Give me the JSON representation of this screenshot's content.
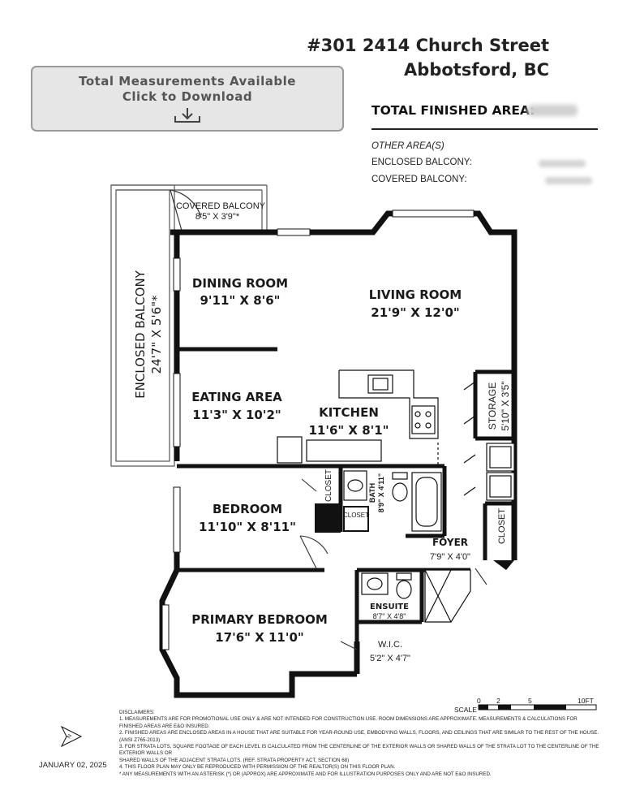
{
  "download": {
    "line1": "Total Measurements Available",
    "line2": "Click to Download"
  },
  "address": {
    "line1": "#301 2414 Church Street",
    "line2": "Abbotsford, BC"
  },
  "total_finished_area": {
    "label": "TOTAL FINISHED AREA:"
  },
  "other_areas": {
    "title": "OTHER AREA(S)",
    "enclosed_label": "ENCLOSED BALCONY:",
    "covered_label": "COVERED BALCONY:"
  },
  "rooms": {
    "covered_balcony": {
      "name": "COVERED BALCONY",
      "dims": "8'5\" X 3'9\"*"
    },
    "enclosed_balcony": {
      "name": "ENCLOSED BALCONY",
      "dims": "24'7\" X 5'6\"*"
    },
    "dining": {
      "name": "DINING ROOM",
      "dims": "9'11\" X 8'6\""
    },
    "living": {
      "name": "LIVING ROOM",
      "dims": "21'9\" X 12'0\""
    },
    "eating": {
      "name": "EATING AREA",
      "dims": "11'3\" X 10'2\""
    },
    "kitchen": {
      "name": "KITCHEN",
      "dims": "11'6\" X 8'1\""
    },
    "storage": {
      "name": "STORAGE",
      "dims": "5'10\" X 3'5\""
    },
    "bedroom": {
      "name": "BEDROOM",
      "dims": "11'10\" X 8'11\""
    },
    "bath": {
      "name": "BATH",
      "dims": "8'9\" X 4'11\""
    },
    "closet_bed": {
      "name": "CLOSET"
    },
    "closet_small": {
      "name": "CLOSET"
    },
    "closet_foyer": {
      "name": "CLOSET"
    },
    "foyer": {
      "name": "FOYER",
      "dims": "7'9\" X 4'0\""
    },
    "ensuite": {
      "name": "ENSUITE",
      "dims": "8'7\" X 4'8\""
    },
    "primary": {
      "name": "PRIMARY BEDROOM",
      "dims": "17'6\" X 11'0\""
    },
    "wic": {
      "name": "W.I.C.",
      "dims": "5'2\" X 4'7\""
    }
  },
  "scale": {
    "label": "SCALE",
    "t0": "0",
    "t2": "2",
    "t5": "5",
    "t10": "10FT"
  },
  "compass": {
    "label": "N"
  },
  "date": "JANUARY 02, 2025",
  "disclaimers": [
    "DISCLAIMERS:",
    "1. MEASUREMENTS ARE FOR PROMOTIONAL USE ONLY & ARE NOT INTENDED FOR CONSTRUCTION USE. ROOM DIMENSIONS ARE APPROXIMATE. MEASUREMENTS & CALCULATIONS FOR",
    "FINISHED AREAS ARE E&O INSURED.",
    "2. FINISHED AREAS ARE ENCLOSED AREAS IN A HOUSE THAT ARE SUITABLE FOR YEAR-ROUND USE, EMBODYING WALLS, FLOORS, AND CEILINGS THAT ARE SIMILAR TO THE REST OF THE HOUSE.",
    "(ANSI Z765-2013)",
    "3. FOR STRATA LOTS, SQUARE FOOTAGE OF EACH LEVEL IS CALCULATED FROM THE CENTERLINE OF THE EXTERIOR WALLS OR SHARED WALLS OF THE STRATA LOT TO THE CENTERLINE OF THE",
    "EXTERIOR WALLS OR",
    "SHARED WALLS OF THE ADJACENT STRATA LOTS. (REF. STRATA PROPERTY ACT, SECTION 68)",
    "4. THIS FLOOR PLAN MAY ONLY BE REPRODUCED WITH PERMISSION OF THE REALTOR(S) ON THIS FLOOR PLAN.",
    "* ANY MEASUREMENTS WITH AN ASTERISK (*) OR (APPROX) ARE APPROXIMATE AND FOR ILLUSTRATION PURPOSES ONLY AND ARE NOT E&O INSURED."
  ]
}
